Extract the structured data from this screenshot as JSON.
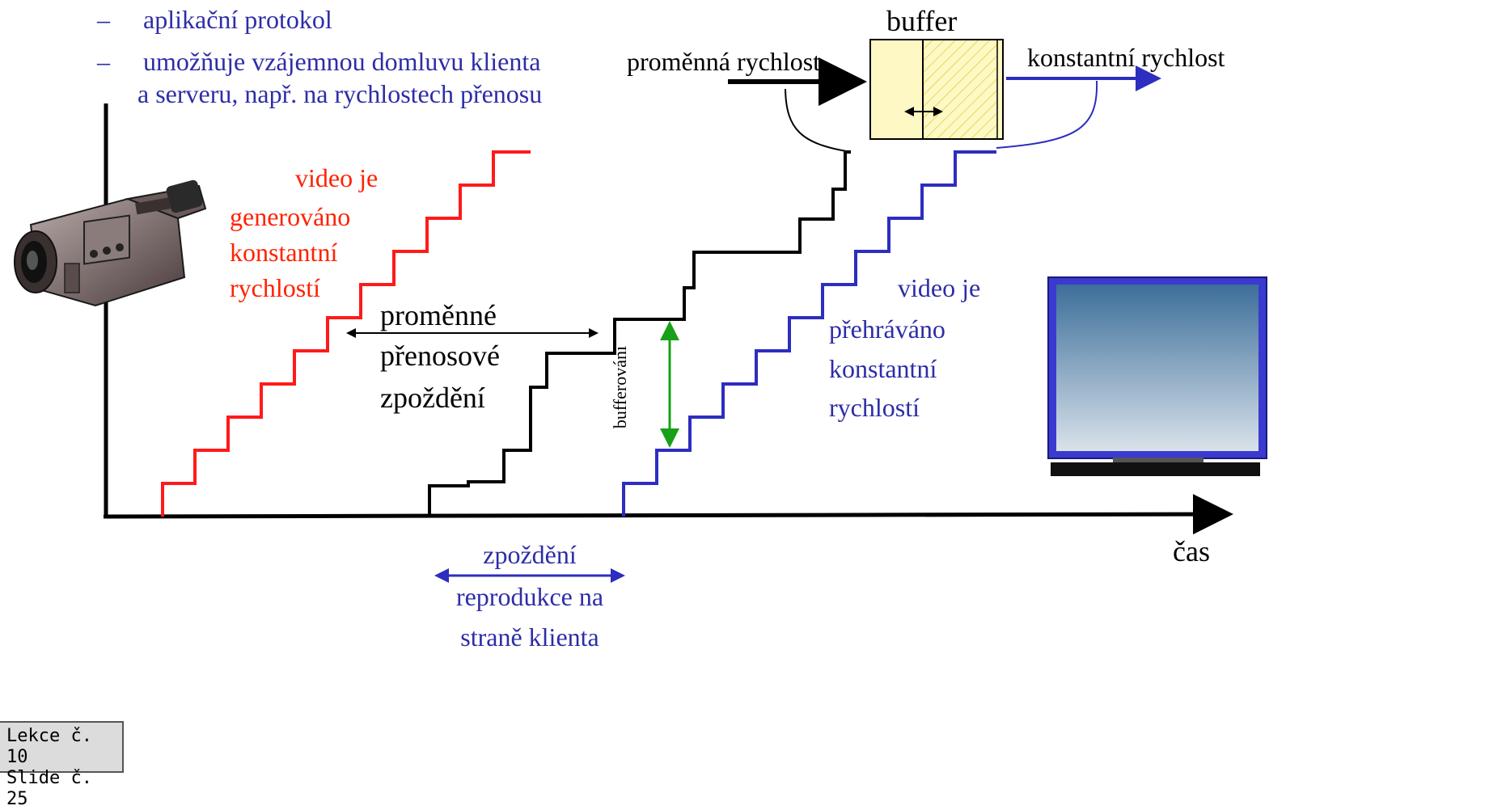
{
  "bullets": [
    {
      "dash": "–",
      "line1": "aplikační protokol",
      "line2": ""
    },
    {
      "dash": "–",
      "line1": "umožňuje vzájemnou domluvu klienta",
      "line2": "a serveru, např. na rychlostech přenosu"
    }
  ],
  "buffer": {
    "title": "buffer",
    "input_label": "proměnná rychlost",
    "output_label": "konstantní rychlost"
  },
  "labels": {
    "generated": [
      "video je",
      "generováno",
      "konstantní",
      "rychlostí"
    ],
    "transfer_delay": [
      "proměnné",
      "přenosové",
      "zpoždění"
    ],
    "buffering": "bufferování",
    "played": [
      "video je",
      "přehráváno",
      "konstantní",
      "rychlostí"
    ],
    "playout_delay": [
      "zpoždění",
      "reprodukce na",
      "straně klienta"
    ],
    "time_axis": "čas"
  },
  "footer": {
    "lesson": "Lekce č. 10",
    "slide": "Slide č. 25"
  },
  "colors": {
    "red_curve": "#ff1a1a",
    "black_curve": "#000000",
    "blue_curve": "#2d2dbf",
    "buffering_arrow": "#18a018",
    "buffer_fill": "#fdf8c4",
    "monitor_frame": "#3a3ad0",
    "monitor_screen_top": "#3d6e9a",
    "monitor_screen_bottom": "#d8e2ea"
  },
  "icons": [
    "video-camera-icon",
    "monitor-icon"
  ]
}
